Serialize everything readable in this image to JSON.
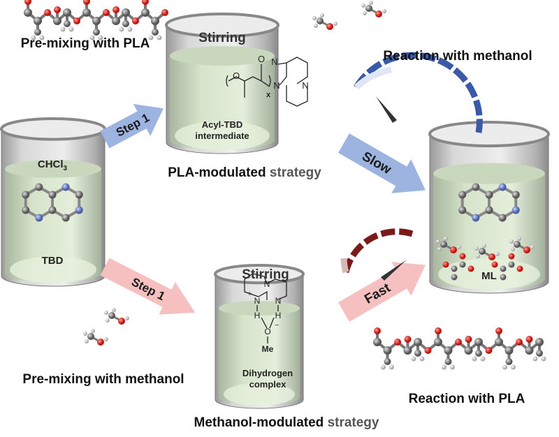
{
  "top": {
    "premix_label": "Pre-mixing with PLA",
    "beaker": {
      "stirring": "Stirring",
      "line1": "Acyl-TBD",
      "line2": "intermediate",
      "atom_o": "O",
      "atom_o2": "O",
      "atom_n1": "N",
      "atom_n2": "N",
      "atom_n3": "N",
      "subscript": "x"
    },
    "strategy_bold": "PLA-modulated",
    "strategy_rest": "strategy",
    "step_label": "Step 1",
    "reaction_label": "Reaction with methanol",
    "speed_label": "Slow"
  },
  "left_beaker": {
    "solvent": "CHCl",
    "solvent_sub": "3",
    "name": "TBD"
  },
  "bottom": {
    "premix_label": "Pre-mixing with methanol",
    "beaker": {
      "stirring": "Stirring",
      "atom_n1": "N",
      "atom_n2": "N",
      "atom_n3": "N",
      "h1": "H",
      "h2": "H",
      "o": "O",
      "me": "Me",
      "plus": "+",
      "minus": "−",
      "line1": "Dihydrogen",
      "line2": "complex"
    },
    "strategy_bold": "Methanol-modulated",
    "strategy_rest": "strategy",
    "step_label": "Step 1",
    "reaction_label": "Reaction with PLA",
    "speed_label": "Fast"
  },
  "right_beaker": {
    "product": "ML"
  },
  "colors": {
    "blue_arrow": "#9db3e0",
    "pink_arrow": "#f6c0c0",
    "gauge_blue": "#3a5aa8",
    "gauge_red": "#7a1a1a",
    "liquid": "#dde9cf",
    "oxygen": "#e0201c",
    "carbon": "#8a8a8a",
    "nitrogen": "#6a7fc0"
  }
}
